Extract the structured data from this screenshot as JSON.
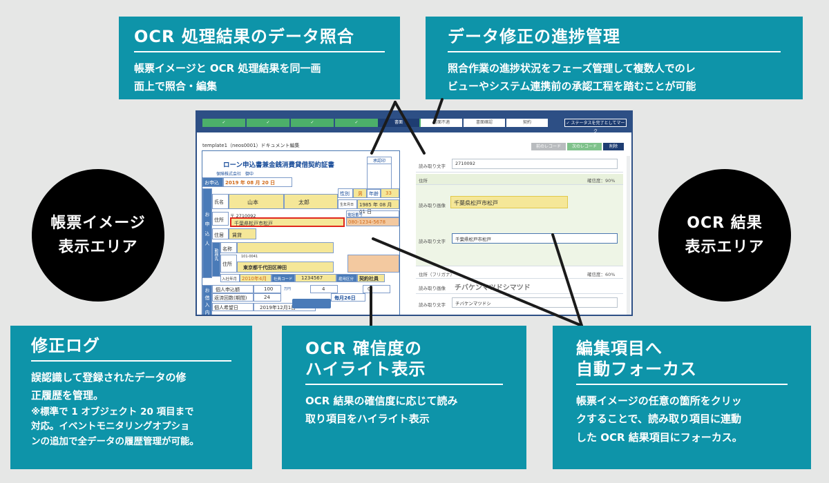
{
  "boxes": {
    "ocr_compare": {
      "title": "OCR 処理結果のデータ照合",
      "body": [
        "帳票イメージと OCR 処理結果を同一画",
        "面上で照合・編集"
      ]
    },
    "progress": {
      "title": "データ修正の進捗管理",
      "body": [
        "照合作業の進捗状況をフェーズ管理して複数人でのレ",
        "ビューやシステム連携前の承認工程を踏むことが可能"
      ]
    },
    "log": {
      "title": "修正ログ",
      "body": [
        "誤認識して登録されたデータの修",
        "正履歴を管理。"
      ],
      "note": [
        "※標準で 1 オブジェクト 20 項目まで",
        "対応。イベントモニタリングオプショ",
        "ンの追加で全データの履歴管理が可能。"
      ]
    },
    "confidence": {
      "title": [
        "OCR 確信度の",
        "ハイライト表示"
      ],
      "body": [
        "OCR 結果の確信度に応じて読み",
        "取り項目をハイライト表示"
      ]
    },
    "autofocus": {
      "title": [
        "編集項目へ",
        "自動フォーカス"
      ],
      "body": [
        "帳票イメージの任意の箇所をクリッ",
        "クすることで、読み取り項目に連動",
        "した OCR 結果項目にフォーカス。"
      ]
    }
  },
  "circles": {
    "image_area": [
      "帳票イメージ",
      "表示エリア"
    ],
    "ocr_area": [
      "OCR 結果",
      "表示エリア"
    ]
  },
  "screenshot": {
    "steps": [
      "✓",
      "✓",
      "✓",
      "✓",
      "✓"
    ],
    "phases": [
      "書面",
      "書面不適",
      "書面確認",
      "契約"
    ],
    "complete_button": "✓ ステータスを完了としてマーク",
    "doc_title": "template1（neos0001）ドキュメント編集",
    "buttons": [
      "前のレコード",
      "次のレコード",
      "削除"
    ],
    "form": {
      "title": "ローン申込書兼金銭消費貸借契約証書",
      "stamp": "承認印",
      "company": "保険株式会社　御中",
      "apply_date_label": "お申込日",
      "apply_date": "2019 年 08 月 20 日",
      "name_label": "氏名",
      "last_name": "山本",
      "first_name": "太郎",
      "gender_label": "性別",
      "gender": "男",
      "age_label": "年齢",
      "age": "33",
      "birth_label": "生年月日",
      "birth": "1985 年 08 月 01 日",
      "addr_label": "住所",
      "zip": "〒 2710092",
      "address": "千葉県松戸市松戸",
      "phone_label": "電話番号",
      "phone": "080-1234-5678",
      "residence_label": "住居",
      "residence": "賃貸",
      "side_label": [
        "お",
        "申",
        "込",
        "人"
      ],
      "work_label": "勤務先",
      "work_name_label": "名称",
      "work_addr_label": "住所",
      "work_zip": "101-0041",
      "work_address": "東京都千代田区神田",
      "join_label": "入社年月",
      "join": "2010年4月",
      "emp_code_label": "社員コード",
      "emp_code": "1234567",
      "emp_type_label": "雇用区分",
      "emp_type": "契約社員",
      "income_label": "個人申込額",
      "income": "100",
      "income_unit": "万円",
      "repay_label": "返済回数(期間)",
      "repay": "24",
      "repay_day": "毎月26日",
      "desired_label": "個人希望日",
      "desired": "2019年12月1日",
      "side2": [
        "お",
        "借",
        "入",
        "内"
      ],
      "amount": "4",
      "amount2": "0"
    },
    "results": {
      "read_text_label": "読み取り文字",
      "read_value1": "2710092",
      "address_label": "住所",
      "confidence1": "確信度：90%",
      "read_image_label": "読み取り画像",
      "image_value": "千葉県松戸市松戸",
      "read_text_value": "千葉県松戸市松戸",
      "kana_label": "住所（フリガナ）",
      "confidence2": "確信度：60%",
      "kana_image": "チバケンマツドシマツド",
      "kana_text": "チバケンマツドシ"
    }
  }
}
